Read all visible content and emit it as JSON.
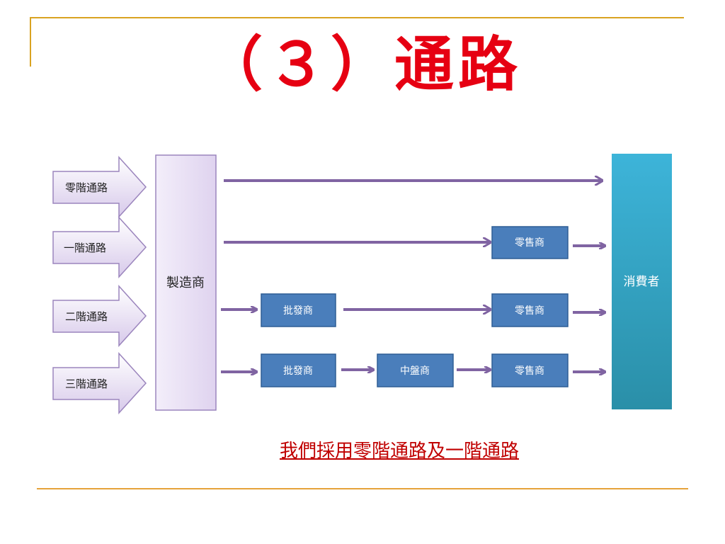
{
  "title": "（３）通路",
  "channels": [
    "零階通路",
    "一階通路",
    "二階通路",
    "三階通路"
  ],
  "manufacturer": "製造商",
  "consumer": "消費者",
  "wholesaler": "批發商",
  "jobber": "中盤商",
  "retailer": "零售商",
  "caption": "我們採用零階通路及一階通路",
  "colors": {
    "title": "#e60012",
    "caption": "#c00000",
    "rule": "#d9a321",
    "arrow": "#8064a2",
    "box": "#4a7ebb",
    "consumer": "#35a9cf"
  }
}
